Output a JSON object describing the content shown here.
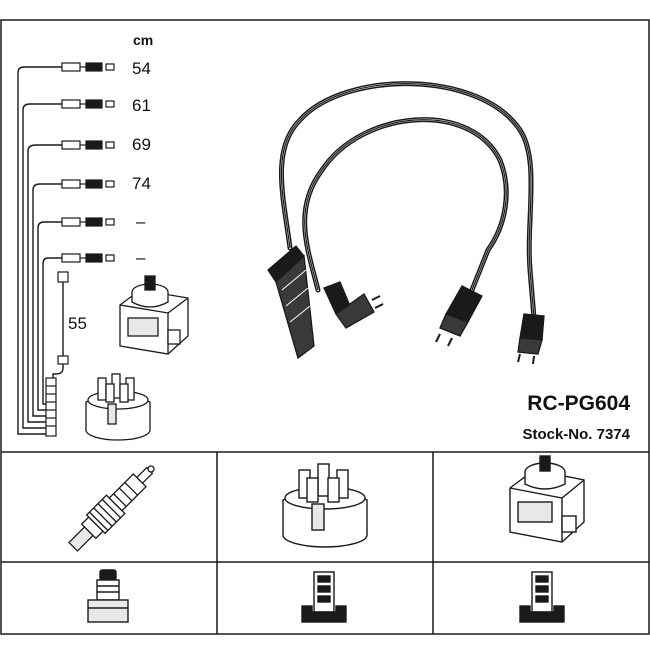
{
  "unit_label": "cm",
  "wire_lengths": [
    "54",
    "61",
    "69",
    "74",
    "–",
    "–"
  ],
  "coil_wire_length": "55",
  "part_number": "RC-PG604",
  "stock_number": "Stock-No. 7374",
  "colors": {
    "ink": "#1a1a1a",
    "background": "#ffffff",
    "fill_light": "#e8e8e8"
  }
}
